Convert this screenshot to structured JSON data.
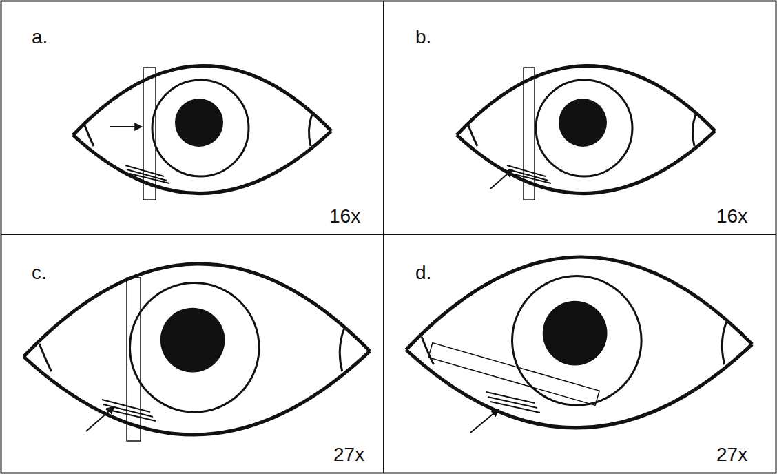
{
  "diagram": {
    "labels": [
      "a.",
      "16x",
      "b.",
      "16x",
      "c.",
      "27x",
      "d.",
      "27x"
    ]
  }
}
